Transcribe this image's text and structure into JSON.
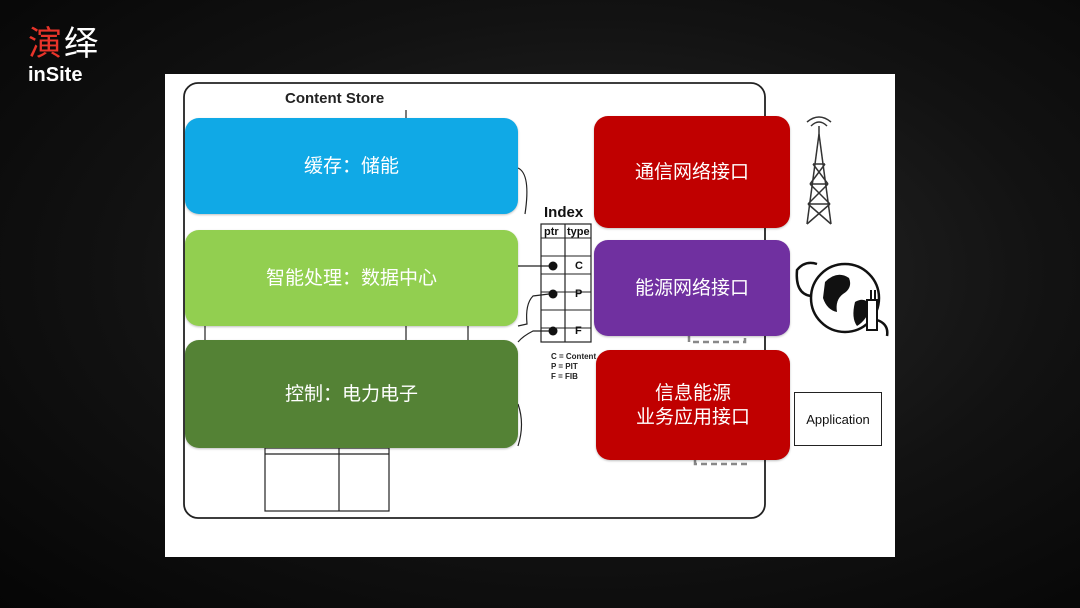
{
  "logo": {
    "cn_a": "演",
    "cn_b": "绎",
    "en": "inSite"
  },
  "diagram": {
    "content_store_title": "Content Store",
    "index": {
      "title": "Index",
      "col_ptr": "ptr",
      "col_type": "type",
      "rows": [
        "C",
        "P",
        "F"
      ],
      "legend": [
        "C = Content",
        "P = PIT",
        "F = FIB"
      ]
    },
    "boxes": {
      "cache": "缓存：储能",
      "smart": "智能处理：数据中心",
      "control": "控制：电力电子",
      "comm": "通信网络接口",
      "energy": "能源网络接口",
      "app_line1": "信息能源",
      "app_line2": "业务应用接口"
    },
    "application_label": "Application",
    "colors": {
      "cache": "#10a9e6",
      "smart": "#92cf50",
      "control": "#548235",
      "comm": "#c00000",
      "energy": "#7030a0",
      "app": "#c00000"
    },
    "icons": [
      "antenna-tower-icon",
      "globe-plug-icon"
    ]
  }
}
